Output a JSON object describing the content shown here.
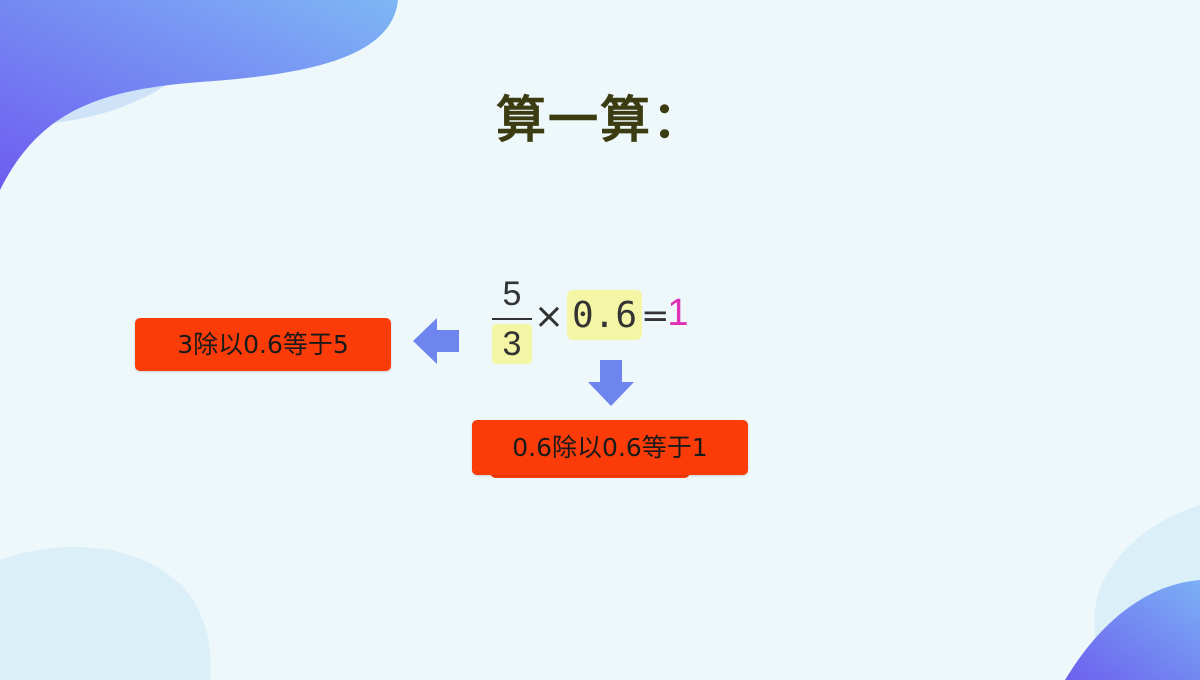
{
  "slide": {
    "title": "算一算：",
    "colors": {
      "background": "#eef8fb",
      "accent_gradient_start": "#6d66ee",
      "accent_gradient_end": "#7fb4f4",
      "callout_fill": "#fb3c09",
      "highlight": "#f4f6a6",
      "result_color": "#e030b8",
      "arrow_color": "#6e84ef"
    }
  },
  "equation": {
    "numerator": "5",
    "denominator": "3",
    "times_symbol": "×",
    "decimal": "0.6",
    "equals_symbol": "=",
    "result": "1"
  },
  "callouts": {
    "left_text": "3除以0.6等于5",
    "bottom_text": "0.6除以0.6等于1"
  },
  "icons": {
    "left_arrow": "arrow-left-icon",
    "down_arrow": "arrow-down-icon"
  }
}
